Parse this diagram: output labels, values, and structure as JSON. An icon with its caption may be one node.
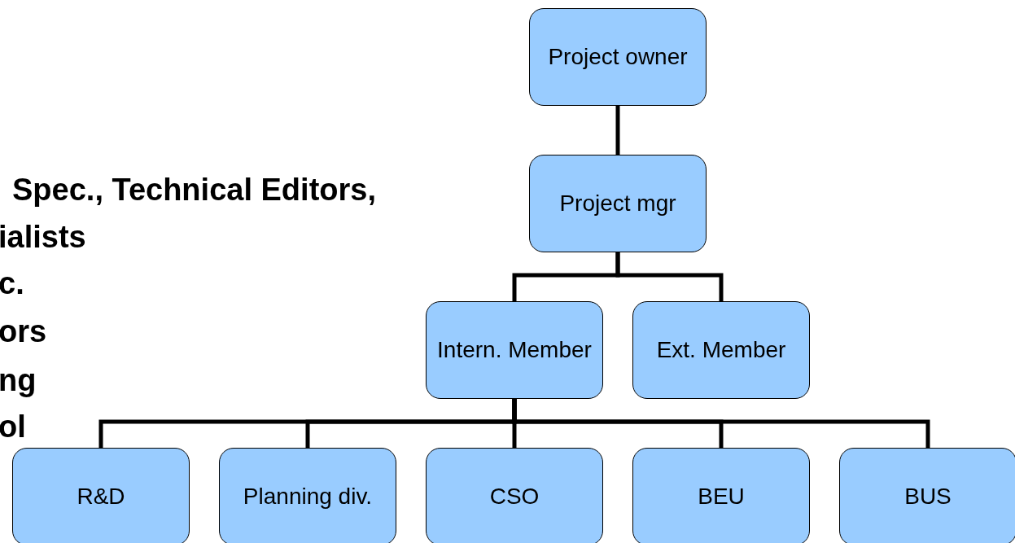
{
  "diagram": {
    "nodes": [
      {
        "text": [
          "Project owner"
        ]
      },
      {
        "text": [
          "Project mgr"
        ]
      },
      {
        "text": [
          "Intern. Member"
        ]
      },
      {
        "text": [
          "Ext. Member"
        ]
      },
      {
        "text": [
          "R&D"
        ]
      },
      {
        "text": [
          "Planning div."
        ]
      },
      {
        "text": [
          "CSO"
        ]
      },
      {
        "text": [
          "BEU"
        ]
      },
      {
        "text": [
          "BUS"
        ]
      }
    ],
    "edges": [
      {
        "from": 0,
        "to": 1,
        "arrow": "none"
      },
      {
        "from": 1,
        "to": 2,
        "arrow": "none"
      },
      {
        "from": 1,
        "to": 3,
        "arrow": "none"
      },
      {
        "from": 2,
        "to": 4,
        "arrow": "none"
      },
      {
        "from": 2,
        "to": 5,
        "arrow": "none"
      },
      {
        "from": 2,
        "to": 6,
        "arrow": "none"
      },
      {
        "from": 2,
        "to": 7,
        "arrow": "none"
      },
      {
        "from": 2,
        "to": 8,
        "arrow": "none"
      }
    ],
    "labels": [
      "Spec., Technical Editors,",
      "ialists",
      "c.",
      "ors",
      "ng",
      "ol"
    ]
  }
}
